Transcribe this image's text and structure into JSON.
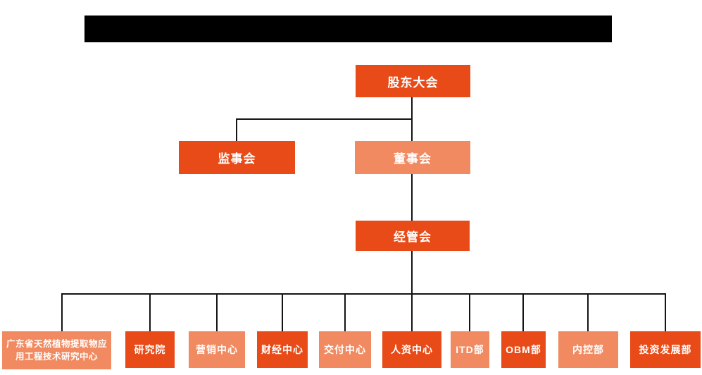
{
  "colors": {
    "dark_orange": "#E84B18",
    "light_orange": "#F18A60",
    "line": "#141414",
    "node_text": "#FFFFFF",
    "redacted_bar": "#000000",
    "background": "#FFFFFF"
  },
  "org_chart": {
    "level1": {
      "label": "股东大会",
      "variant": "dark"
    },
    "level2": [
      {
        "label": "监事会",
        "variant": "dark"
      },
      {
        "label": "董事会",
        "variant": "light"
      }
    ],
    "level3": {
      "label": "经管会",
      "variant": "dark"
    },
    "level4": [
      {
        "label": "广东省天然植物提取物应用工程技术研究中心",
        "variant": "light"
      },
      {
        "label": "研究院",
        "variant": "dark"
      },
      {
        "label": "营销中心",
        "variant": "light"
      },
      {
        "label": "财经中心",
        "variant": "dark"
      },
      {
        "label": "交付中心",
        "variant": "light"
      },
      {
        "label": "人资中心",
        "variant": "dark"
      },
      {
        "label": "ITD部",
        "variant": "light"
      },
      {
        "label": "OBM部",
        "variant": "dark"
      },
      {
        "label": "内控部",
        "variant": "light"
      },
      {
        "label": "投资发展部",
        "variant": "dark"
      }
    ]
  }
}
